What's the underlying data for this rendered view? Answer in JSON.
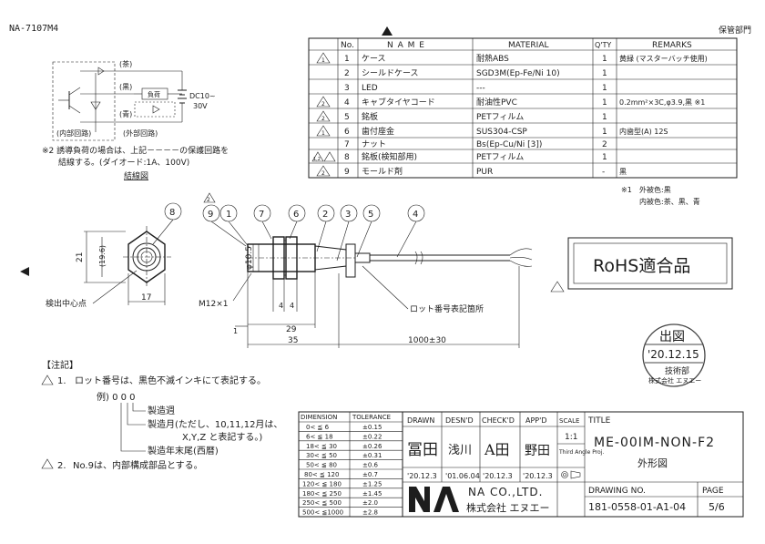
{
  "header": {
    "doc_code": "NA-7107M4",
    "stamp": "保管部門"
  },
  "parts_table": {
    "headers": {
      "no": "No.",
      "name": "N A M E",
      "material": "MATERIAL",
      "qty": "Q'TY",
      "remarks": "REMARKS"
    },
    "rows": [
      {
        "rev": "1",
        "no": "1",
        "name": "ケース",
        "material": "耐熱ABS",
        "qty": "1",
        "remarks": "黄緑 (マスターバッチ使用)"
      },
      {
        "rev": "",
        "no": "2",
        "name": "シールドケース",
        "material": "SGD3M(Ep-Fe/Ni 10)",
        "qty": "1",
        "remarks": ""
      },
      {
        "rev": "",
        "no": "3",
        "name": "LED",
        "material": "---",
        "qty": "1",
        "remarks": ""
      },
      {
        "rev": "2",
        "no": "4",
        "name": "キャブタイヤコード",
        "material": "耐油性PVC",
        "qty": "1",
        "remarks": "0.2mm²×3C,φ3.9,黒 ※1"
      },
      {
        "rev": "2",
        "no": "5",
        "name": "銘板",
        "material": "PETフィルム",
        "qty": "1",
        "remarks": ""
      },
      {
        "rev": "1",
        "no": "6",
        "name": "歯付座金",
        "material": "SUS304-CSP",
        "qty": "1",
        "remarks": "内歯型(A) 12S"
      },
      {
        "rev": "",
        "no": "7",
        "name": "ナット",
        "material": "Bs(Ep-Cu/Ni [3])",
        "qty": "2",
        "remarks": ""
      },
      {
        "rev": "1,2",
        "no": "8",
        "name": "銘板(検知部用)",
        "material": "PETフィルム",
        "qty": "1",
        "remarks": ""
      },
      {
        "rev": "2",
        "no": "9",
        "name": "モールド剤",
        "material": "PUR",
        "qty": "-",
        "remarks": "黒"
      }
    ]
  },
  "footnote1": {
    "mark": "※1",
    "outer": "外被色:黒",
    "inner": "内被色:茶、黒、青"
  },
  "circuit": {
    "brown": "(茶)",
    "black": "(黒)",
    "blue": "(青)",
    "load": "負荷",
    "supply_line1": "DC10~",
    "supply_line2": "30V",
    "internal": "(内部回路)",
    "external": "(外部回路)",
    "note_line1": "※2 誘導負荷の場合は、上記－－－－の保護回路を",
    "note_line2": "結線する。(ダイオード:1A、100V)",
    "caption": "結線図"
  },
  "drawing": {
    "balloons": [
      "8",
      "9",
      "1",
      "7",
      "6",
      "2",
      "3",
      "5",
      "4"
    ],
    "rev_mark": "2",
    "dim_21": "21",
    "dim_196": "(19.6)",
    "dim_17": "17",
    "dim_phi": "φ10.5",
    "thread": "M12×1",
    "dim_4a": "4",
    "dim_4b": "4",
    "dim_1": "1",
    "dim_29": "29",
    "dim_35": "35",
    "dim_cable": "1000±30",
    "center_label": "検出中心点",
    "lot_label": "ロット番号表記箇所"
  },
  "rohs": "RoHS適合品",
  "date_stamp": {
    "top": "出図",
    "date": "'20.12.15",
    "dept": "技術部",
    "company": "株式会社 エヌエー"
  },
  "notes": {
    "title": "【注記】",
    "n1_num": "1.",
    "n1_text": "ロット番号は、黒色不滅インキにて表記する。",
    "example": "例) 0 0 0",
    "week": "製造週",
    "month": "製造月(ただし、10,11,12月は、",
    "month2": "X,Y,Z と表記する。)",
    "year": "製造年末尾(西暦)",
    "n2_num": "2.",
    "n2_text": "No.9は、内部構成部品とする。"
  },
  "tolerance": {
    "head_dim": "DIMENSION",
    "head_tol": "TOLERANCE",
    "rows": [
      [
        "0< ≦ 6",
        "±0.15"
      ],
      [
        "6< ≦ 18",
        "±0.22"
      ],
      [
        "18< ≦ 30",
        "±0.26"
      ],
      [
        "30< ≦ 50",
        "±0.31"
      ],
      [
        "50< ≦ 80",
        "±0.6"
      ],
      [
        "80< ≦ 120",
        "±0.7"
      ],
      [
        "120< ≦ 180",
        "±1.25"
      ],
      [
        "180< ≦ 250",
        "±1.45"
      ],
      [
        "250< ≦ 500",
        "±2.0"
      ],
      [
        "500< ≦1000",
        "±2.8"
      ]
    ]
  },
  "title_block": {
    "drawn": "DRAWN",
    "desnd": "DESN'D",
    "checkd": "CHECK'D",
    "appd": "APP'D",
    "scale": "SCALE",
    "scale_val": "1:1",
    "projection": "Third Angle Proj.",
    "title_label": "TITLE",
    "sig_drawn": "冨田",
    "sig_desnd": "浅川",
    "sig_check": "A田",
    "sig_app": "野田",
    "date_drawn": "'20.12.3",
    "date_desnd": "'01.06.04",
    "date_check": "'20.12.3",
    "date_app": "'20.12.3",
    "title": "ME-00IM-NON-F2",
    "subtitle": "外形図",
    "company_en": "NA CO.,LTD.",
    "company_jp": "株式会社 エヌエー",
    "drawing_no_label": "DRAWING NO.",
    "drawing_no": "181-0558-01-A1-04",
    "page_label": "PAGE",
    "page": "5/6"
  }
}
